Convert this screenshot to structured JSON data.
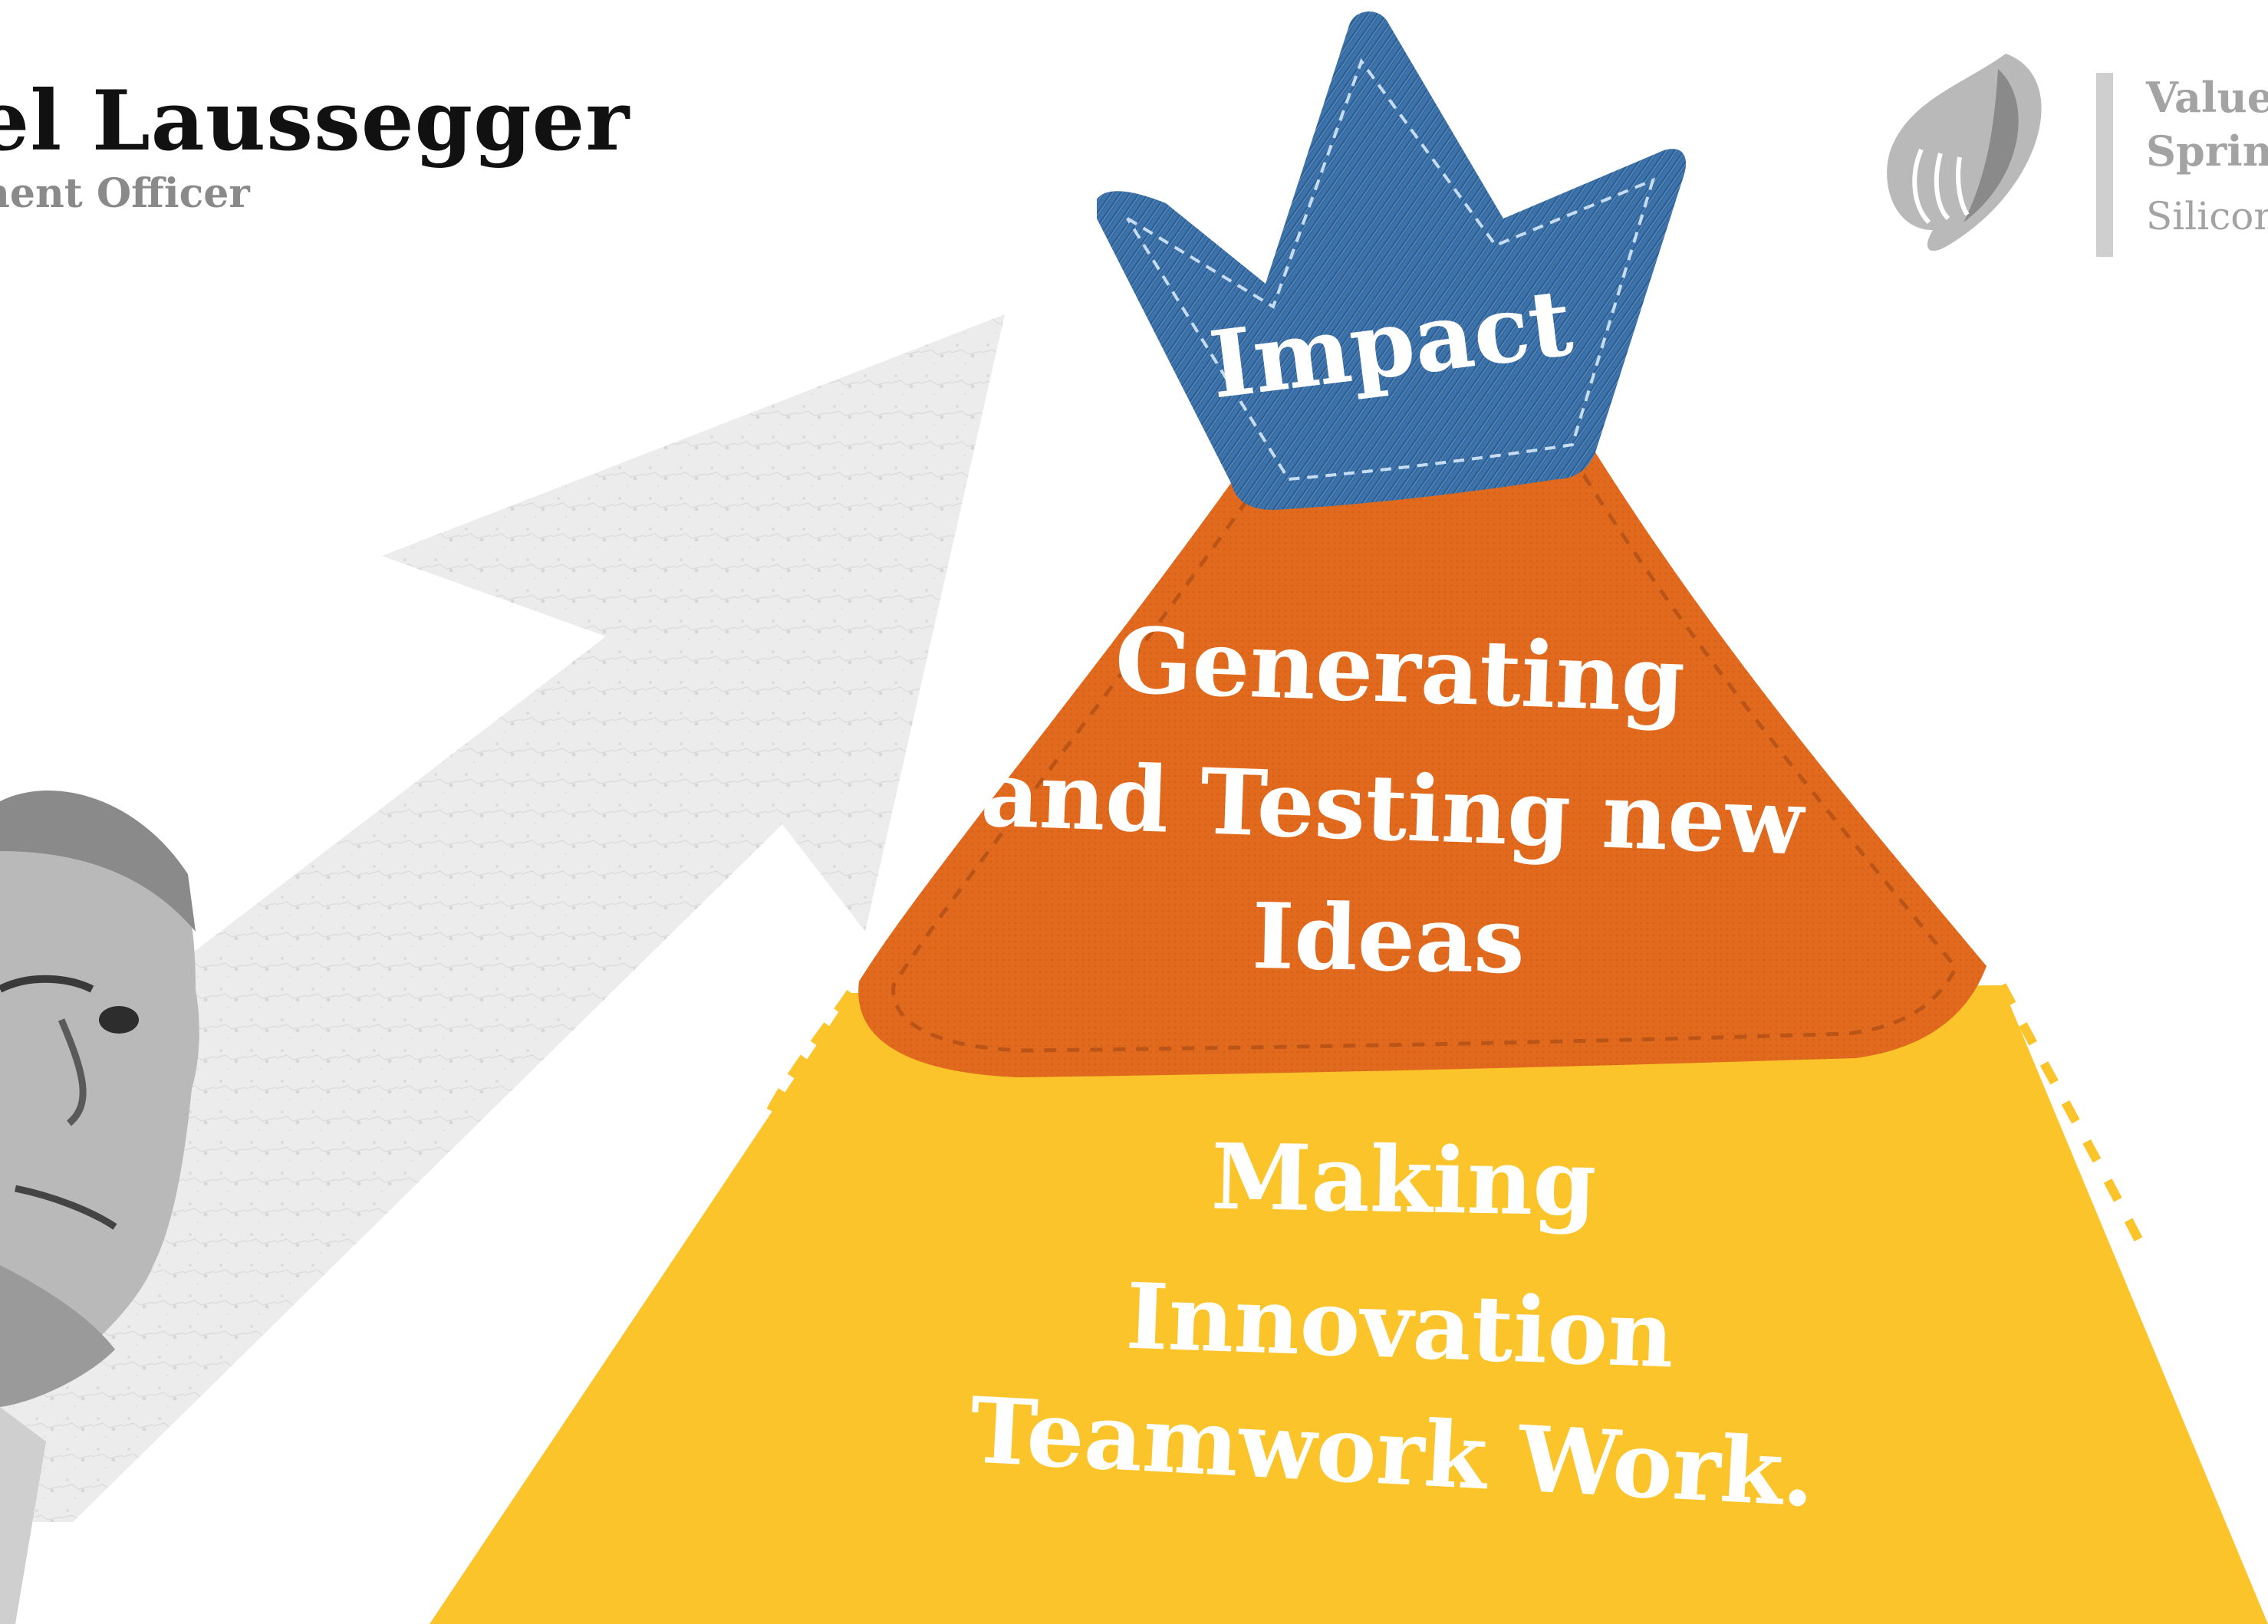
{
  "header": {
    "name": "hel Laussegger",
    "role": "lement Officer"
  },
  "brand": {
    "line1": "Value",
    "line2": "Sprint",
    "line3": "Silicon"
  },
  "pyramid": {
    "top": {
      "label": "Impact",
      "color": "#3a6fa6"
    },
    "middle": {
      "lines": [
        "Generating",
        "and Testing new",
        "Ideas"
      ],
      "color": "#e0691f"
    },
    "base": {
      "lines": [
        "Making",
        "Innovation",
        "Teamwork Work."
      ],
      "color": "#fbc42a"
    }
  },
  "icons": {
    "brand_logo": "leaf-logo-icon",
    "arrow": "upward-arrow-graphic",
    "person": "person-photo"
  }
}
